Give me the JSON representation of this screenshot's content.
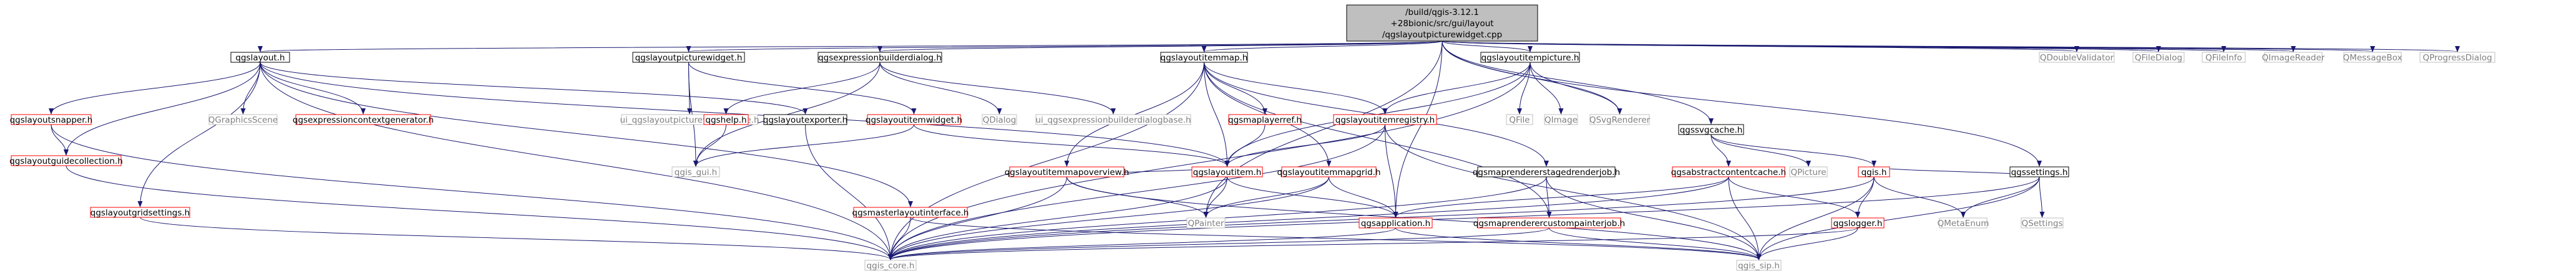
{
  "colors": {
    "edge": "#191970",
    "root_fill": "#bfbfbf",
    "normal_border": "#000000",
    "missing_border": "#bfbfbf",
    "truncated_border": "#ff0000",
    "missing_text": "#808080",
    "text": "#000000"
  },
  "nodes": [
    {
      "id": "root",
      "kind": "root",
      "lines": [
        "/build/qgis-3.12.1",
        "+28bionic/src/gui/layout",
        "/qgslayoutpicturewidget.cpp"
      ]
    },
    {
      "id": "qgslayout_h",
      "kind": "normal",
      "lines": [
        "qgslayout.h"
      ]
    },
    {
      "id": "qgslayoutpicturewidget_h",
      "kind": "normal",
      "lines": [
        "qgslayoutpicturewidget.h"
      ]
    },
    {
      "id": "qgsexpressionbuilderdialog_h",
      "kind": "normal",
      "lines": [
        "qgsexpressionbuilderdialog.h"
      ]
    },
    {
      "id": "qgslayoutitemmap_h",
      "kind": "normal",
      "lines": [
        "qgslayoutitemmap.h"
      ]
    },
    {
      "id": "qgslayoutitempicture_h",
      "kind": "normal",
      "lines": [
        "qgslayoutitempicture.h"
      ]
    },
    {
      "id": "QDoubleValidator",
      "kind": "missing",
      "lines": [
        "QDoubleValidator"
      ]
    },
    {
      "id": "QFileDialog",
      "kind": "missing",
      "lines": [
        "QFileDialog"
      ]
    },
    {
      "id": "QFileInfo",
      "kind": "missing",
      "lines": [
        "QFileInfo"
      ]
    },
    {
      "id": "QImageReader",
      "kind": "missing",
      "lines": [
        "QImageReader"
      ]
    },
    {
      "id": "QMessageBox",
      "kind": "missing",
      "lines": [
        "QMessageBox"
      ]
    },
    {
      "id": "QProgressDialog",
      "kind": "missing",
      "lines": [
        "QProgressDialog"
      ]
    },
    {
      "id": "qgslayoutsnapper_h",
      "kind": "truncated",
      "lines": [
        "qgslayoutsnapper.h"
      ]
    },
    {
      "id": "QGraphicsScene",
      "kind": "missing",
      "lines": [
        "QGraphicsScene"
      ]
    },
    {
      "id": "qgsexpressioncontextgenerator_h",
      "kind": "truncated",
      "lines": [
        "qgsexpressioncontextgenerator.h"
      ]
    },
    {
      "id": "ui_qgslayoutpicturewidgetbase_h",
      "kind": "missing",
      "lines": [
        "ui_qgslayoutpicturewidgetbase.h"
      ]
    },
    {
      "id": "qgshelp_h",
      "kind": "truncated",
      "lines": [
        "qgshelp.h"
      ]
    },
    {
      "id": "qgslayoutexporter_h",
      "kind": "normal",
      "lines": [
        "qgslayoutexporter.h"
      ]
    },
    {
      "id": "qgslayoutitemwidget_h",
      "kind": "truncated",
      "lines": [
        "qgslayoutitemwidget.h"
      ]
    },
    {
      "id": "QDialog",
      "kind": "missing",
      "lines": [
        "QDialog"
      ]
    },
    {
      "id": "ui_qgsexpressionbuilderdialogbase_h",
      "kind": "missing",
      "lines": [
        "ui_qgsexpressionbuilderdialogbase.h"
      ]
    },
    {
      "id": "qgsmaplayerref_h",
      "kind": "truncated",
      "lines": [
        "qgsmaplayerref.h"
      ]
    },
    {
      "id": "qgslayoutitemregistry_h",
      "kind": "truncated",
      "lines": [
        "qgslayoutitemregistry.h"
      ]
    },
    {
      "id": "QFile",
      "kind": "missing",
      "lines": [
        "QFile"
      ]
    },
    {
      "id": "QImage",
      "kind": "missing",
      "lines": [
        "QImage"
      ]
    },
    {
      "id": "QSvgRenderer",
      "kind": "missing",
      "lines": [
        "QSvgRenderer"
      ]
    },
    {
      "id": "qgssvgcache_h",
      "kind": "normal",
      "lines": [
        "qgssvgcache.h"
      ]
    },
    {
      "id": "qgslayoutguidecollection_h",
      "kind": "truncated",
      "lines": [
        "qgslayoutguidecollection.h"
      ]
    },
    {
      "id": "qgis_gui_h",
      "kind": "missing",
      "lines": [
        "qgis_gui.h"
      ]
    },
    {
      "id": "qgslayoutitemmapoverview_h",
      "kind": "truncated",
      "lines": [
        "qgslayoutitemmapoverview.h"
      ]
    },
    {
      "id": "qgslayoutitem_h",
      "kind": "truncated",
      "lines": [
        "qgslayoutitem.h"
      ]
    },
    {
      "id": "qgslayoutitemmapgrid_h",
      "kind": "truncated",
      "lines": [
        "qgslayoutitemmapgrid.h"
      ]
    },
    {
      "id": "qgsmaprendererstagedrenderjob_h",
      "kind": "normal",
      "lines": [
        "qgsmaprendererstagedrenderjob.h"
      ]
    },
    {
      "id": "qgsabstractcontentcache_h",
      "kind": "truncated",
      "lines": [
        "qgsabstractcontentcache.h"
      ]
    },
    {
      "id": "QPicture",
      "kind": "missing",
      "lines": [
        "QPicture"
      ]
    },
    {
      "id": "qgis_h",
      "kind": "truncated",
      "lines": [
        "qgis.h"
      ]
    },
    {
      "id": "qgssettings_h",
      "kind": "normal",
      "lines": [
        "qgssettings.h"
      ]
    },
    {
      "id": "qgslayoutgridsettings_h",
      "kind": "truncated",
      "lines": [
        "qgslayoutgridsettings.h"
      ]
    },
    {
      "id": "qgsmasterlayoutinterface_h",
      "kind": "truncated",
      "lines": [
        "qgsmasterlayoutinterface.h"
      ]
    },
    {
      "id": "QPainter",
      "kind": "missing",
      "lines": [
        "QPainter"
      ]
    },
    {
      "id": "qgsapplication_h",
      "kind": "truncated",
      "lines": [
        "qgsapplication.h"
      ]
    },
    {
      "id": "qgsmaprenderercustompainterjob_h",
      "kind": "truncated",
      "lines": [
        "qgsmaprenderercustompainterjob.h"
      ]
    },
    {
      "id": "qgslogger_h",
      "kind": "truncated",
      "lines": [
        "qgslogger.h"
      ]
    },
    {
      "id": "QMetaEnum",
      "kind": "missing",
      "lines": [
        "QMetaEnum"
      ]
    },
    {
      "id": "QSettings",
      "kind": "missing",
      "lines": [
        "QSettings"
      ]
    },
    {
      "id": "qgis_core_h",
      "kind": "missing",
      "lines": [
        "qgis_core.h"
      ]
    },
    {
      "id": "qgis_sip_h",
      "kind": "missing",
      "lines": [
        "qgis_sip.h"
      ]
    }
  ],
  "edges": [
    [
      "root",
      "qgslayout_h"
    ],
    [
      "root",
      "qgslayoutpicturewidget_h"
    ],
    [
      "root",
      "qgsexpressionbuilderdialog_h"
    ],
    [
      "root",
      "qgslayoutitemmap_h"
    ],
    [
      "root",
      "qgslayoutitempicture_h"
    ],
    [
      "root",
      "qgssvgcache_h"
    ],
    [
      "root",
      "qgssettings_h"
    ],
    [
      "root",
      "QDoubleValidator"
    ],
    [
      "root",
      "QFileDialog"
    ],
    [
      "root",
      "QFileInfo"
    ],
    [
      "root",
      "QImageReader"
    ],
    [
      "root",
      "QMessageBox"
    ],
    [
      "root",
      "QProgressDialog"
    ],
    [
      "root",
      "QSvgRenderer"
    ],
    [
      "root",
      "QPainter"
    ],
    [
      "root",
      "qgsapplication_h"
    ],
    [
      "qgslayout_h",
      "qgslayoutsnapper_h"
    ],
    [
      "qgslayout_h",
      "QGraphicsScene"
    ],
    [
      "qgslayout_h",
      "qgsexpressioncontextgenerator_h"
    ],
    [
      "qgslayout_h",
      "qgslayoutguidecollection_h"
    ],
    [
      "qgslayout_h",
      "qgslayoutexporter_h"
    ],
    [
      "qgslayout_h",
      "qgslayoutgridsettings_h"
    ],
    [
      "qgslayout_h",
      "qgsmasterlayoutinterface_h"
    ],
    [
      "qgslayout_h",
      "qgslayoutitem_h"
    ],
    [
      "qgslayout_h",
      "qgis_core_h"
    ],
    [
      "qgslayoutsnapper_h",
      "qgslayoutguidecollection_h"
    ],
    [
      "qgslayoutsnapper_h",
      "qgis_core_h"
    ],
    [
      "qgslayoutguidecollection_h",
      "qgis_core_h"
    ],
    [
      "qgslayoutgridsettings_h",
      "qgis_core_h"
    ],
    [
      "qgsmasterlayoutinterface_h",
      "qgis_core_h"
    ],
    [
      "qgsmasterlayoutinterface_h",
      "qgis_sip_h"
    ],
    [
      "qgslayoutpicturewidget_h",
      "ui_qgslayoutpicturewidgetbase_h"
    ],
    [
      "qgslayoutpicturewidget_h",
      "qgslayoutitemwidget_h"
    ],
    [
      "qgslayoutpicturewidget_h",
      "qgis_gui_h"
    ],
    [
      "qgsexpressionbuilderdialog_h",
      "qgshelp_h"
    ],
    [
      "qgsexpressionbuilderdialog_h",
      "QDialog"
    ],
    [
      "qgsexpressionbuilderdialog_h",
      "ui_qgsexpressionbuilderdialogbase_h"
    ],
    [
      "qgsexpressionbuilderdialog_h",
      "qgis_gui_h"
    ],
    [
      "qgshelp_h",
      "qgis_gui_h"
    ],
    [
      "qgslayoutitemwidget_h",
      "qgis_gui_h"
    ],
    [
      "qgslayoutitemwidget_h",
      "qgslayoutitem_h"
    ],
    [
      "qgslayoutexporter_h",
      "qgis_core_h"
    ],
    [
      "qgslayoutitemmap_h",
      "qgsmaplayerref_h"
    ],
    [
      "qgslayoutitemmap_h",
      "qgslayoutitemregistry_h"
    ],
    [
      "qgslayoutitemmap_h",
      "qgslayoutitemmapoverview_h"
    ],
    [
      "qgslayoutitemmap_h",
      "qgslayoutitemmapgrid_h"
    ],
    [
      "qgslayoutitemmap_h",
      "qgsmaprendererstagedrenderjob_h"
    ],
    [
      "qgslayoutitemmap_h",
      "qgslayoutitem_h"
    ],
    [
      "qgslayoutitemmap_h",
      "qgis_core_h"
    ],
    [
      "qgslayoutitemmap_h",
      "qgsmaprenderercustompainterjob_h"
    ],
    [
      "qgsmaplayerref_h",
      "qgslayoutitem_h"
    ],
    [
      "qgslayoutitemregistry_h",
      "qgslayoutitem_h"
    ],
    [
      "qgslayoutitemregistry_h",
      "qgsapplication_h"
    ],
    [
      "qgslayoutitemregistry_h",
      "qgis_core_h"
    ],
    [
      "qgslayoutitemregistry_h",
      "qgis_sip_h"
    ],
    [
      "qgslayoutitemmapoverview_h",
      "qgslayoutitem_h"
    ],
    [
      "qgslayoutitemmapoverview_h",
      "QPainter"
    ],
    [
      "qgslayoutitemmapoverview_h",
      "qgis_core_h"
    ],
    [
      "qgslayoutitemmapoverview_h",
      "qgis_sip_h"
    ],
    [
      "qgslayoutitemmapgrid_h",
      "qgsapplication_h"
    ],
    [
      "qgslayoutitemmapgrid_h",
      "QPainter"
    ],
    [
      "qgslayoutitemmapgrid_h",
      "qgis_core_h"
    ],
    [
      "qgslayoutitem_h",
      "QPainter"
    ],
    [
      "qgslayoutitem_h",
      "qgis_core_h"
    ],
    [
      "qgslayoutitem_h",
      "qgsapplication_h"
    ],
    [
      "qgsmaprendererstagedrenderjob_h",
      "qgis_core_h"
    ],
    [
      "qgsmaprendererstagedrenderjob_h",
      "qgsmaprenderercustompainterjob_h"
    ],
    [
      "qgsmaprendererstagedrenderjob_h",
      "qgis_sip_h"
    ],
    [
      "qgslayoutitempicture_h",
      "qgslayoutitemregistry_h"
    ],
    [
      "qgslayoutitempicture_h",
      "QFile"
    ],
    [
      "qgslayoutitempicture_h",
      "QImage"
    ],
    [
      "qgslayoutitempicture_h",
      "QSvgRenderer"
    ],
    [
      "qgslayoutitempicture_h",
      "qgslayoutitem_h"
    ],
    [
      "qgslayoutitempicture_h",
      "qgis_core_h"
    ],
    [
      "qgssvgcache_h",
      "qgsabstractcontentcache_h"
    ],
    [
      "qgssvgcache_h",
      "QPicture"
    ],
    [
      "qgssvgcache_h",
      "qgis_h"
    ],
    [
      "qgsabstractcontentcache_h",
      "qgsapplication_h"
    ],
    [
      "qgsabstractcontentcache_h",
      "qgslogger_h"
    ],
    [
      "qgsabstractcontentcache_h",
      "qgis_core_h"
    ],
    [
      "qgsabstractcontentcache_h",
      "qgis_sip_h"
    ],
    [
      "qgis_h",
      "qgslogger_h"
    ],
    [
      "qgis_h",
      "QMetaEnum"
    ],
    [
      "qgis_h",
      "qgis_core_h"
    ],
    [
      "qgis_h",
      "qgis_sip_h"
    ],
    [
      "qgssettings_h",
      "QSettings"
    ],
    [
      "qgssettings_h",
      "QMetaEnum"
    ],
    [
      "qgssettings_h",
      "qgis_core_h"
    ],
    [
      "qgssettings_h",
      "qgis_sip_h"
    ],
    [
      "qgssettings_h",
      "qgis_h"
    ],
    [
      "qgsapplication_h",
      "qgis_core_h"
    ],
    [
      "qgsapplication_h",
      "qgis_sip_h"
    ],
    [
      "qgsmaprenderercustompainterjob_h",
      "qgis_core_h"
    ],
    [
      "qgsmaprenderercustompainterjob_h",
      "qgis_sip_h"
    ],
    [
      "qgslogger_h",
      "qgis_core_h"
    ],
    [
      "qgslogger_h",
      "qgis_sip_h"
    ]
  ]
}
